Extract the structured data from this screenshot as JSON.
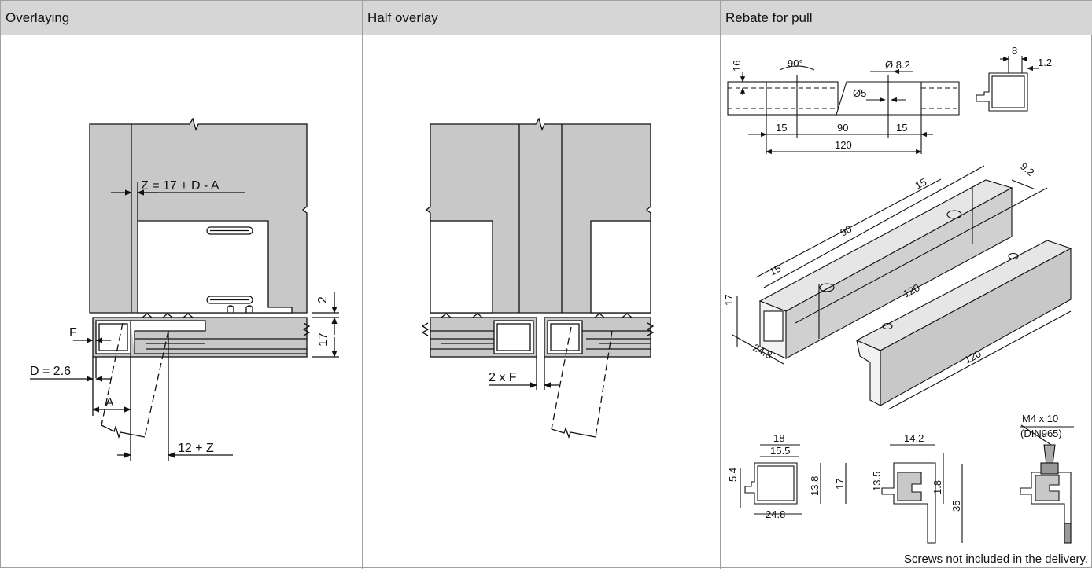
{
  "headers": {
    "overlaying": "Overlaying",
    "half_overlay": "Half overlay",
    "rebate_for_pull": "Rebate for pull"
  },
  "overlaying_labels": {
    "z_formula": "Z = 17 + D - A",
    "dim_2": "2",
    "dim_17": "17",
    "f": "F",
    "d_value": "D = 2.6",
    "a": "A",
    "twelve_z": "12 + Z"
  },
  "half_overlay_labels": {
    "two_f": "2 x F"
  },
  "rebate_labels": {
    "d16": "16",
    "angle90": "90°",
    "dia82": "Ø 8.2",
    "dia5": "Ø5",
    "d15a": "15",
    "d90a": "90",
    "d15b": "15",
    "d120a": "120",
    "d8": "8",
    "d12": "1.2",
    "iso92": "9.2",
    "iso15a": "15",
    "iso90": "90",
    "iso15b": "15",
    "iso120a": "120",
    "iso17": "17",
    "iso248": "24.8",
    "iso120b": "120",
    "screw_m4": "M4 x 10",
    "screw_din": "(DIN965)",
    "p18": "18",
    "p155": "15.5",
    "p54": "5.4",
    "p138": "13.8",
    "p17": "17",
    "p248": "24.8",
    "p142": "14.2",
    "p135": "13.5",
    "p18b": "1.8",
    "p35": "35"
  },
  "footnote": "Screws not included in the delivery.",
  "colors": {
    "header_bg": "#d6d6d6",
    "panel_gray": "#c8c8c8",
    "line": "#111111"
  }
}
